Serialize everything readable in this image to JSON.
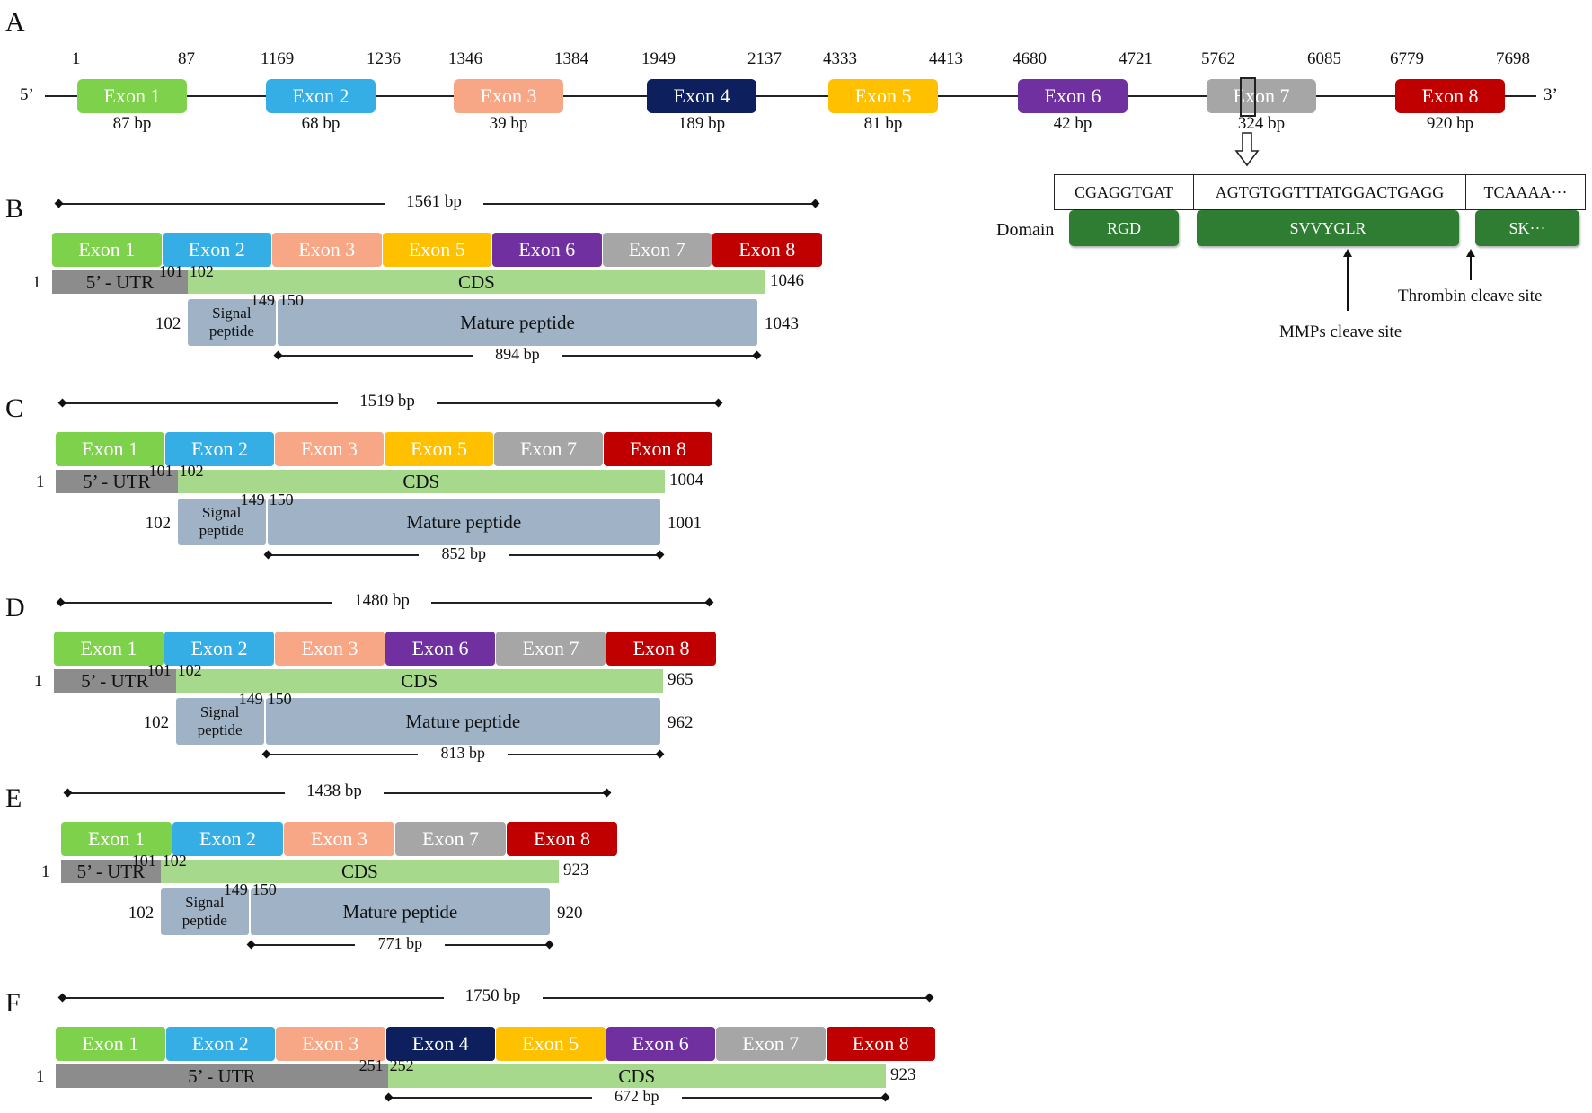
{
  "colors": {
    "exon1": "#7ed14b",
    "exon2": "#35aee6",
    "exon3": "#f7a785",
    "exon4": "#0d1f5c",
    "exon5": "#ffc000",
    "exon6": "#7030a0",
    "exon7": "#a6a6a6",
    "exon8": "#c00000",
    "utr": "#8c8c8c",
    "cds": "#a7d98c",
    "peptide": "#9fb2c6",
    "domain": "#2e7d32"
  },
  "panelA": {
    "letter": "A",
    "five_prime": "5’",
    "three_prime": "3’",
    "exons": [
      {
        "label": "Exon 1",
        "start": "1",
        "end": "87",
        "len": "87 bp",
        "color": "exon1"
      },
      {
        "label": "Exon 2",
        "start": "1169",
        "end": "1236",
        "len": "68 bp",
        "color": "exon2"
      },
      {
        "label": "Exon 3",
        "start": "1346",
        "end": "1384",
        "len": "39 bp",
        "color": "exon3"
      },
      {
        "label": "Exon 4",
        "start": "1949",
        "end": "2137",
        "len": "189 bp",
        "color": "exon4"
      },
      {
        "label": "Exon 5",
        "start": "4333",
        "end": "4413",
        "len": "81 bp",
        "color": "exon5"
      },
      {
        "label": "Exon 6",
        "start": "4680",
        "end": "4721",
        "len": "42 bp",
        "color": "exon6"
      },
      {
        "label": "Exon 7",
        "start": "5762",
        "end": "6085",
        "len": "324 bp",
        "color": "exon7"
      },
      {
        "label": "Exon 8",
        "start": "6779",
        "end": "7698",
        "len": "920 bp",
        "color": "exon8"
      }
    ],
    "seq": [
      "CGAGGTGAT",
      "AGTGTGGTTTATGGACTGAGG",
      "TCAAAA···"
    ],
    "domain_label": "Domain",
    "domains": [
      "RGD",
      "SVVYGLR",
      "SK···"
    ],
    "thrombin": "Thrombin cleave site",
    "mmps": "MMPs  cleave site"
  },
  "panels": [
    {
      "letter": "B",
      "total": "1561 bp",
      "exons": [
        "Exon 1",
        "Exon 2",
        "Exon 3",
        "Exon 5",
        "Exon 6",
        "Exon 7",
        "Exon 8"
      ],
      "colors": [
        "exon1",
        "exon2",
        "exon3",
        "exon5",
        "exon6",
        "exon7",
        "exon8"
      ],
      "utr": "5’ - UTR",
      "start": "1",
      "utr_end": "101",
      "cds_start": "102",
      "cds": "CDS",
      "cds_end": "1046",
      "pep_start": "102",
      "sig": "Signal peptide",
      "sig_end": "149",
      "mat_start": "150",
      "mature": "Mature peptide",
      "pep_end": "1043",
      "mat_len": "894 bp"
    },
    {
      "letter": "C",
      "total": "1519 bp",
      "exons": [
        "Exon 1",
        "Exon 2",
        "Exon 3",
        "Exon 5",
        "Exon 7",
        "Exon 8"
      ],
      "colors": [
        "exon1",
        "exon2",
        "exon3",
        "exon5",
        "exon7",
        "exon8"
      ],
      "utr": "5’ - UTR",
      "start": "1",
      "utr_end": "101",
      "cds_start": "102",
      "cds": "CDS",
      "cds_end": "1004",
      "pep_start": "102",
      "sig": "Signal peptide",
      "sig_end": "149",
      "mat_start": "150",
      "mature": "Mature peptide",
      "pep_end": "1001",
      "mat_len": "852 bp"
    },
    {
      "letter": "D",
      "total": "1480 bp",
      "exons": [
        "Exon 1",
        "Exon 2",
        "Exon 3",
        "Exon 6",
        "Exon 7",
        "Exon 8"
      ],
      "colors": [
        "exon1",
        "exon2",
        "exon3",
        "exon6",
        "exon7",
        "exon8"
      ],
      "utr": "5’ - UTR",
      "start": "1",
      "utr_end": "101",
      "cds_start": "102",
      "cds": "CDS",
      "cds_end": "965",
      "pep_start": "102",
      "sig": "Signal peptide",
      "sig_end": "149",
      "mat_start": "150",
      "mature": "Mature peptide",
      "pep_end": "962",
      "mat_len": "813 bp"
    },
    {
      "letter": "E",
      "total": "1438 bp",
      "exons": [
        "Exon 1",
        "Exon 2",
        "Exon 3",
        "Exon 7",
        "Exon 8"
      ],
      "colors": [
        "exon1",
        "exon2",
        "exon3",
        "exon7",
        "exon8"
      ],
      "utr": "5’ - UTR",
      "start": "1",
      "utr_end": "101",
      "cds_start": "102",
      "cds": "CDS",
      "cds_end": "923",
      "pep_start": "102",
      "sig": "Signal peptide",
      "sig_end": "149",
      "mat_start": "150",
      "mature": "Mature peptide",
      "pep_end": "920",
      "mat_len": "771 bp"
    },
    {
      "letter": "F",
      "total": "1750 bp",
      "exons": [
        "Exon 1",
        "Exon 2",
        "Exon 3",
        "Exon 4",
        "Exon 5",
        "Exon 6",
        "Exon 7",
        "Exon 8"
      ],
      "colors": [
        "exon1",
        "exon2",
        "exon3",
        "exon4",
        "exon5",
        "exon6",
        "exon7",
        "exon8"
      ],
      "utr": "5’ - UTR",
      "start": "1",
      "utr_end": "251",
      "cds_start": "252",
      "cds": "CDS",
      "cds_end": "923",
      "mat_len": "672 bp"
    }
  ]
}
